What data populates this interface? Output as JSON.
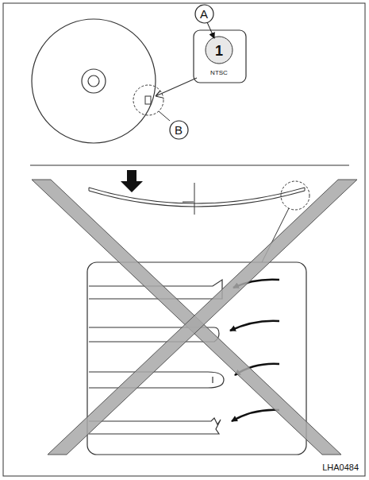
{
  "diagram": {
    "nodes": [
      {
        "text": [
          "A"
        ]
      },
      {
        "text": [
          "B"
        ]
      }
    ],
    "labels": [
      "1",
      "NTSC",
      "LHA0484"
    ]
  }
}
